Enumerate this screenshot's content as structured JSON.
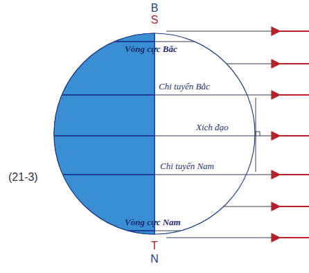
{
  "diagram": {
    "labels": [
      "B",
      "S",
      "Vòng cực Bắc",
      "Chi tuyến Bắc",
      "Xich đạo",
      "Chi tuyến Nam",
      "Vòng cực Nam",
      "T",
      "N",
      "(21-3)"
    ]
  }
}
